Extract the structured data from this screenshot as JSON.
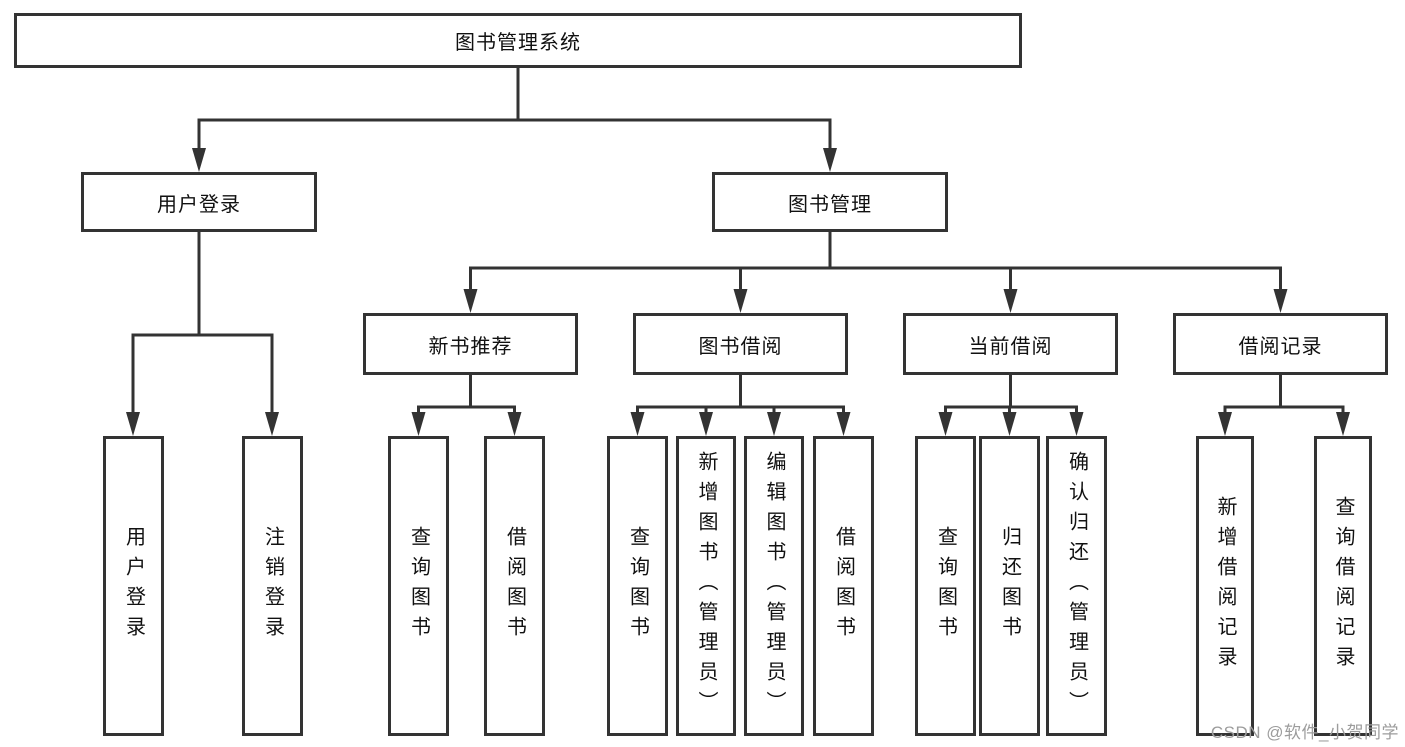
{
  "diagram": {
    "root": {
      "label": "图书管理系统"
    },
    "level2": [
      {
        "label": "用户登录"
      },
      {
        "label": "图书管理"
      }
    ],
    "level3": [
      {
        "label": "新书推荐"
      },
      {
        "label": "图书借阅"
      },
      {
        "label": "当前借阅"
      },
      {
        "label": "借阅记录"
      }
    ],
    "leaves": {
      "login": [
        "用户登录",
        "注销登录"
      ],
      "recommend": [
        "查询图书",
        "借阅图书"
      ],
      "borrow": [
        "查询图书",
        "新增图书（管理员）",
        "编辑图书（管理员）",
        "借阅图书"
      ],
      "current": [
        "查询图书",
        "归还图书",
        "确认归还（管理员）"
      ],
      "records": [
        "新增借阅记录",
        "查询借阅记录"
      ]
    },
    "colors": {
      "line": "#333333",
      "border": "#333333",
      "text": "#111111",
      "background": "#ffffff"
    }
  },
  "watermark": {
    "text": "CSDN @软件_小贺同学",
    "color": "#9c9c9c"
  }
}
